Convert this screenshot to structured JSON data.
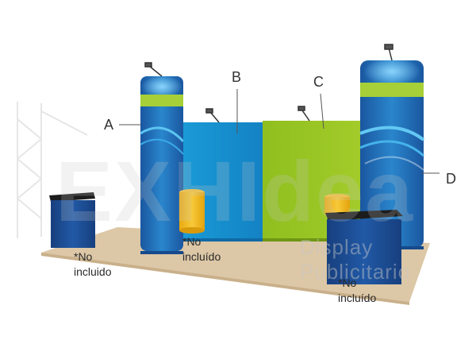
{
  "labels": {
    "a": "A",
    "b": "B",
    "c": "C",
    "d": "D"
  },
  "notes": {
    "left": "*No\nincluido",
    "center": "*No\nincluído",
    "right": "*No\nincluído"
  },
  "watermark": {
    "big": "EXHIdea",
    "small": "Display Publicitario"
  },
  "colors": {
    "floor": "#dcc7a6",
    "panel_blue": "#1a8fd0",
    "panel_green": "#95c11f",
    "tower_blue": "#1f69b0",
    "tower_stripe": "#a6cf38",
    "counter_blue": "#1b4e96",
    "counter_top": "#1c1c1c",
    "yellow": "#f0b81d"
  }
}
